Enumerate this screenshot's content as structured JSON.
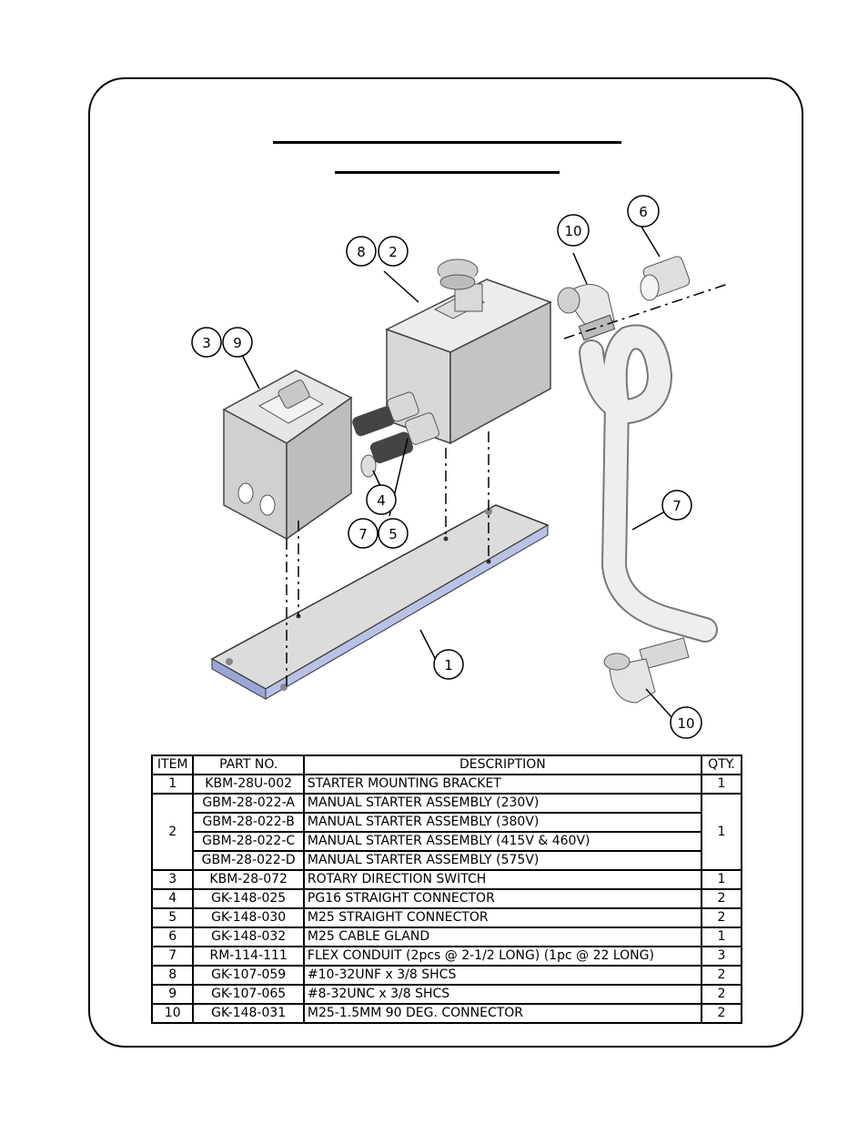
{
  "balloons": {
    "b8": "8",
    "b2": "2",
    "b3": "3",
    "b9": "9",
    "b10a": "10",
    "b6": "6",
    "b4": "4",
    "b7a": "7",
    "b5": "5",
    "b7b": "7",
    "b1": "1",
    "b10b": "10"
  },
  "table": {
    "headers": {
      "item": "ITEM",
      "part": "PART NO.",
      "desc": "DESCRIPTION",
      "qty": "QTY."
    },
    "rows": [
      {
        "item": "1",
        "part": "KBM-28U-002",
        "desc": "STARTER MOUNTING BRACKET",
        "qty": "1"
      },
      {
        "item": "2",
        "part": "GBM-28-022-A",
        "desc": "MANUAL STARTER ASSEMBLY (230V)",
        "qty": "1"
      },
      {
        "part": "GBM-28-022-B",
        "desc": "MANUAL STARTER ASSEMBLY (380V)"
      },
      {
        "part": "GBM-28-022-C",
        "desc": "MANUAL STARTER ASSEMBLY (415V & 460V)"
      },
      {
        "part": "GBM-28-022-D",
        "desc": "MANUAL STARTER ASSEMBLY (575V)"
      },
      {
        "item": "3",
        "part": "KBM-28-072",
        "desc": "ROTARY DIRECTION SWITCH",
        "qty": "1"
      },
      {
        "item": "4",
        "part": "GK-148-025",
        "desc": "PG16 STRAIGHT CONNECTOR",
        "qty": "2"
      },
      {
        "item": "5",
        "part": "GK-148-030",
        "desc": "M25 STRAIGHT CONNECTOR",
        "qty": "2"
      },
      {
        "item": "6",
        "part": "GK-148-032",
        "desc": "M25 CABLE GLAND",
        "qty": "1"
      },
      {
        "item": "7",
        "part": "RM-114-111",
        "desc": "FLEX CONDUIT (2pcs @ 2-1/2 LONG) (1pc @ 22 LONG)",
        "qty": "3"
      },
      {
        "item": "8",
        "part": "GK-107-059",
        "desc": "#10-32UNF x 3/8 SHCS",
        "qty": "2"
      },
      {
        "item": "9",
        "part": "GK-107-065",
        "desc": "#8-32UNC x 3/8 SHCS",
        "qty": "2"
      },
      {
        "item": "10",
        "part": "GK-148-031",
        "desc": "M25-1.5MM  90 DEG. CONNECTOR",
        "qty": "2"
      }
    ]
  }
}
